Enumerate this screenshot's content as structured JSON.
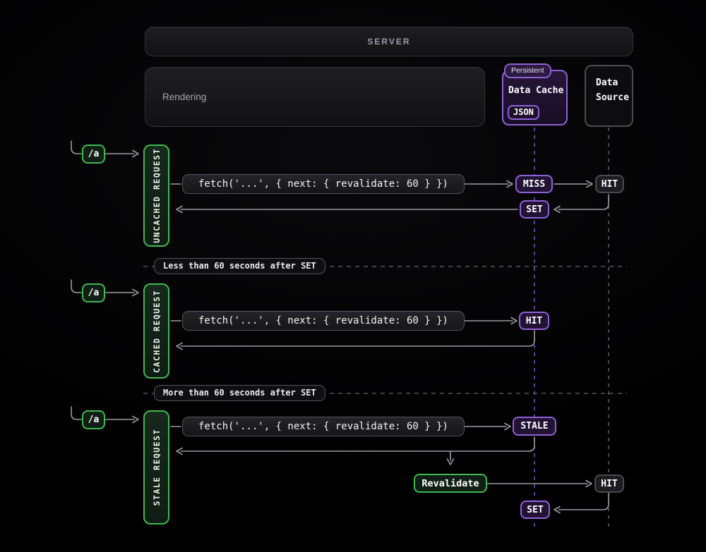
{
  "palette": {
    "green_accent": "#3fb950",
    "purple_accent": "#9061d6",
    "purple_lane_line": "#7a55c4",
    "gray_lane_line": "#606066",
    "arrow_gray": "#9b9ba1",
    "background": "#000000"
  },
  "server_bar": {
    "label": "SERVER"
  },
  "rendering_box": {
    "label": "Rendering"
  },
  "data_cache_box": {
    "badge": "Persistent",
    "title": "Data Cache",
    "tag": "JSON"
  },
  "data_source_box": {
    "line1": "Data",
    "line2": "Source"
  },
  "dividers": [
    {
      "label": "Less than 60 seconds after SET"
    },
    {
      "label": "More than 60 seconds after SET"
    }
  ],
  "sections": [
    {
      "route": "/a",
      "lane_label": "UNCACHED REQUEST",
      "fetch_call": "fetch('...', { next: { revalidate: 60 } })",
      "cache_result": "MISS",
      "source_result": "HIT",
      "cache_write": "SET"
    },
    {
      "route": "/a",
      "lane_label": "CACHED REQUEST",
      "fetch_call": "fetch('...', { next: { revalidate: 60 } })",
      "cache_result": "HIT"
    },
    {
      "route": "/a",
      "lane_label": "STALE REQUEST",
      "fetch_call": "fetch('...', { next: { revalidate: 60 } })",
      "cache_result": "STALE",
      "revalidate_label": "Revalidate",
      "source_result": "HIT",
      "cache_write": "SET"
    }
  ]
}
